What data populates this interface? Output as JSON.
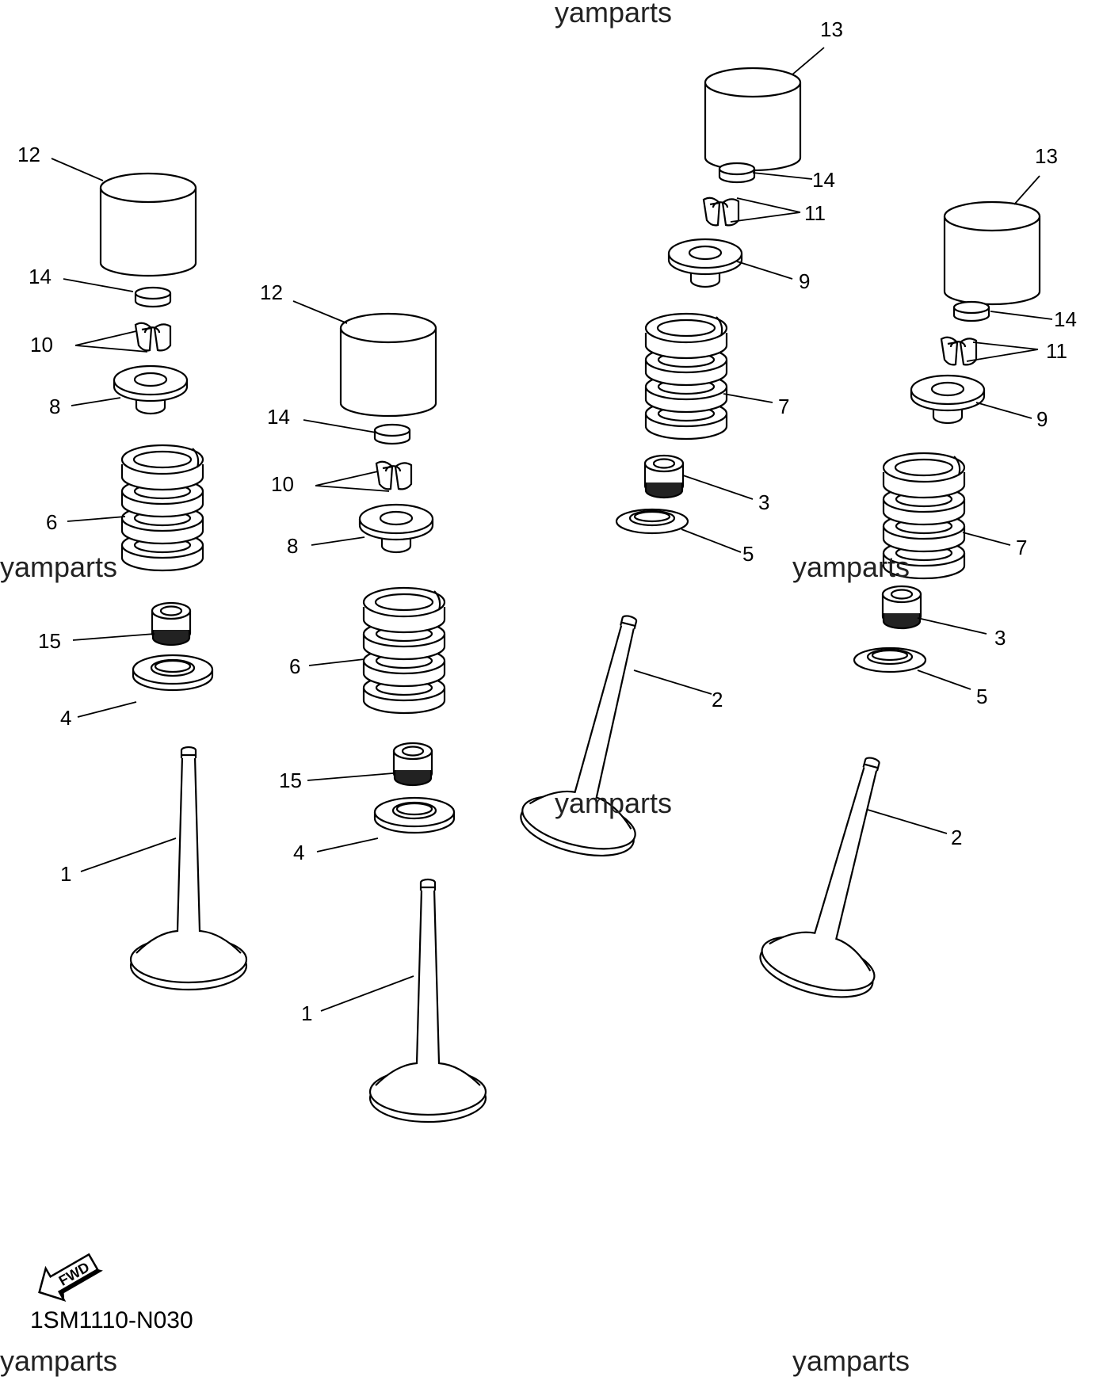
{
  "watermark": "yamparts",
  "diagram_code": "1SM1110-N030",
  "fwd_label": "FWD",
  "callouts": {
    "c1a": "1",
    "c1b": "1",
    "c2a": "2",
    "c2b": "2",
    "c3a": "3",
    "c3b": "3",
    "c4a": "4",
    "c4b": "4",
    "c5a": "5",
    "c5b": "5",
    "c6a": "6",
    "c6b": "6",
    "c7a": "7",
    "c7b": "7",
    "c8a": "8",
    "c8b": "8",
    "c9a": "9",
    "c9b": "9",
    "c10a": "10",
    "c10b": "10",
    "c11a": "11",
    "c11b": "11",
    "c12a": "12",
    "c12b": "12",
    "c13a": "13",
    "c13b": "13",
    "c14a": "14",
    "c14b": "14",
    "c14c": "14",
    "c14d": "14",
    "c15a": "15",
    "c15b": "15"
  }
}
